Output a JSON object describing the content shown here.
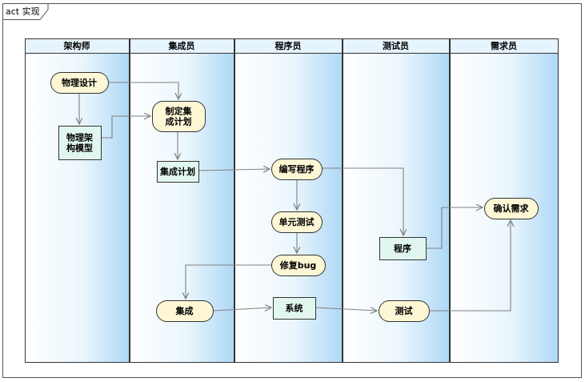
{
  "frame": {
    "label": "act 实现"
  },
  "lanes": [
    {
      "id": "architect",
      "title": "架构师"
    },
    {
      "id": "integrator",
      "title": "集成员"
    },
    {
      "id": "programmer",
      "title": "程序员"
    },
    {
      "id": "tester",
      "title": "测试员"
    },
    {
      "id": "requirements",
      "title": "需求员"
    }
  ],
  "nodes": [
    {
      "id": "physical-design",
      "kind": "action",
      "lines": [
        "物理设计"
      ]
    },
    {
      "id": "physical-model",
      "kind": "object",
      "lines": [
        "物理架",
        "构模型"
      ]
    },
    {
      "id": "make-plan",
      "kind": "action",
      "lines": [
        "制定集",
        "成计划"
      ]
    },
    {
      "id": "integration-plan",
      "kind": "object",
      "lines": [
        "集成计划"
      ]
    },
    {
      "id": "write-program",
      "kind": "action",
      "lines": [
        "编写程序"
      ]
    },
    {
      "id": "unit-test",
      "kind": "action",
      "lines": [
        "单元测试"
      ]
    },
    {
      "id": "fix-bug",
      "kind": "action",
      "lines": [
        "修复bug"
      ]
    },
    {
      "id": "program",
      "kind": "object",
      "lines": [
        "程序"
      ]
    },
    {
      "id": "integrate",
      "kind": "action",
      "lines": [
        "集成"
      ]
    },
    {
      "id": "system",
      "kind": "object",
      "lines": [
        "系统"
      ]
    },
    {
      "id": "test",
      "kind": "action",
      "lines": [
        "测试"
      ]
    },
    {
      "id": "confirm-req",
      "kind": "action",
      "lines": [
        "确认需求"
      ]
    }
  ],
  "edges": [
    {
      "from": "physical-design",
      "to": "physical-model"
    },
    {
      "from": "physical-design",
      "to": "make-plan"
    },
    {
      "from": "physical-model",
      "to": "make-plan"
    },
    {
      "from": "make-plan",
      "to": "integration-plan"
    },
    {
      "from": "integration-plan",
      "to": "write-program"
    },
    {
      "from": "write-program",
      "to": "unit-test"
    },
    {
      "from": "write-program",
      "to": "program"
    },
    {
      "from": "unit-test",
      "to": "fix-bug"
    },
    {
      "from": "fix-bug",
      "to": "integrate"
    },
    {
      "from": "program",
      "to": "confirm-req"
    },
    {
      "from": "integrate",
      "to": "system"
    },
    {
      "from": "system",
      "to": "test"
    },
    {
      "from": "test",
      "to": "confirm-req"
    }
  ],
  "colors": {
    "action_fill": "#fdf7d6",
    "object_fill": "#e2f6f0",
    "lane_header": "#e6f4fd",
    "lane_fill_light": "#ffffff",
    "lane_fill_dark": "#b3dbf7",
    "line": "#7f7f7f",
    "border": "#333333"
  }
}
